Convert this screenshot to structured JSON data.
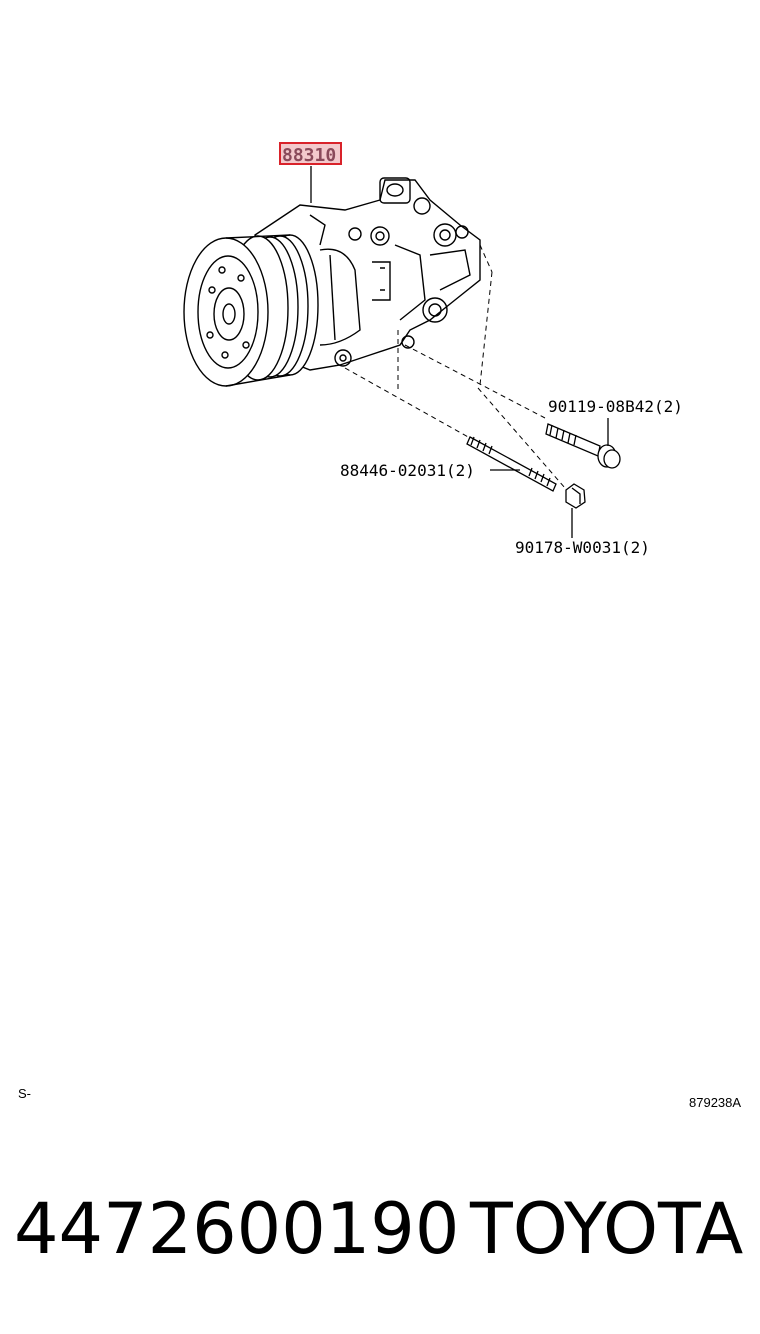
{
  "diagram": {
    "main_part": "88310",
    "callouts": {
      "bolt": "90119-08B42(2)",
      "stud": "88446-02031(2)",
      "nut": "90178-W0031(2)"
    },
    "highlight_color": "#d9222a",
    "highlight_fill": "#f3c9cc"
  },
  "corner_left": "S-",
  "corner_right": "879238A",
  "footer": {
    "part_number": "4472600190",
    "brand": "TOYOTA"
  }
}
